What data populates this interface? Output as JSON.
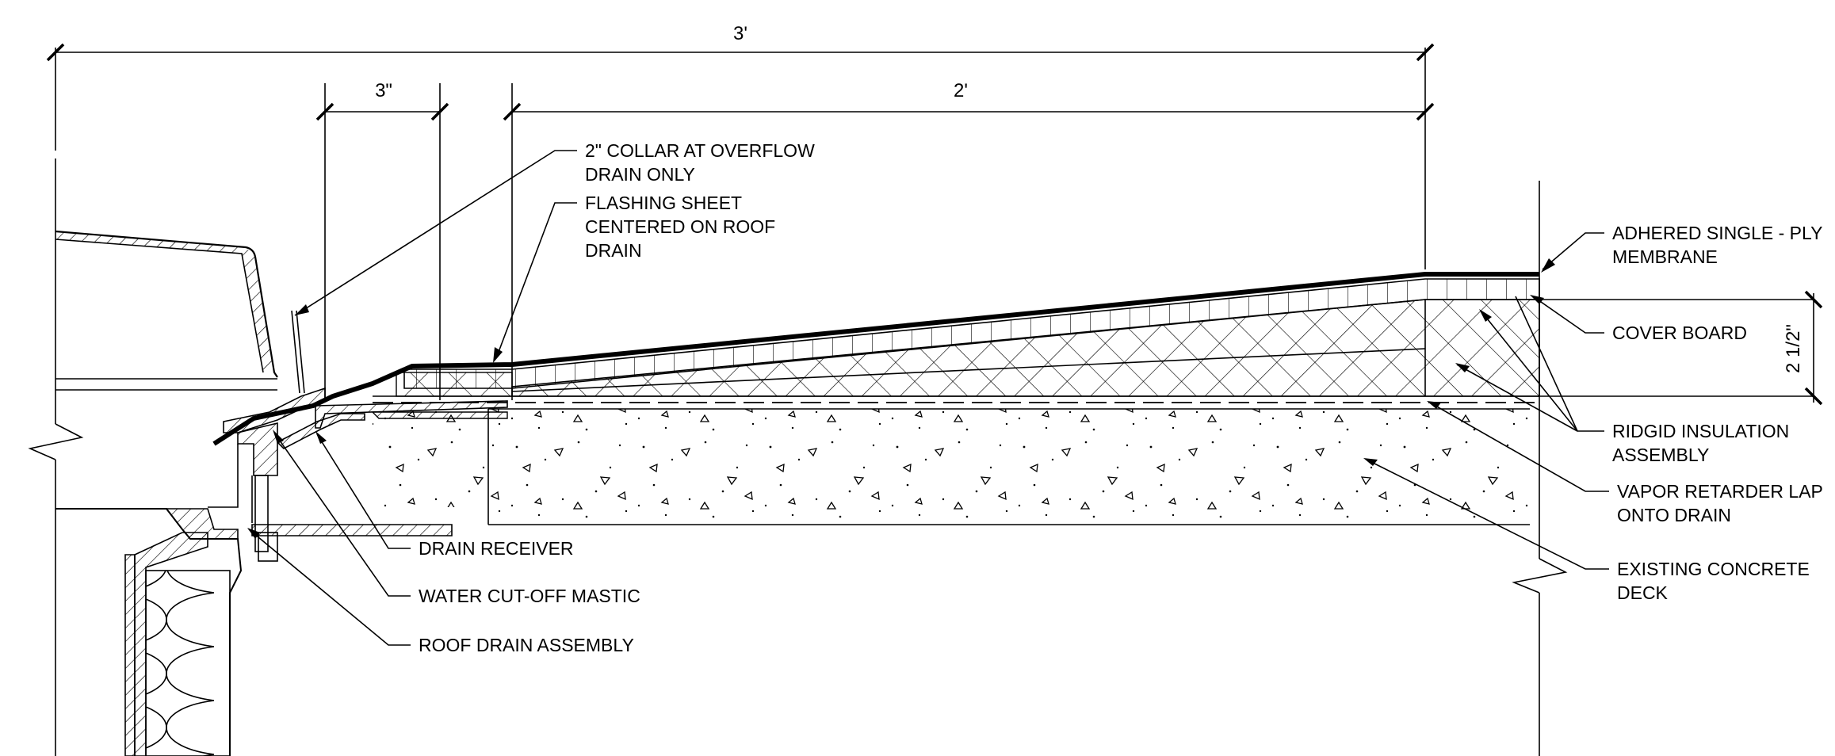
{
  "dimensions": {
    "overall": "3'",
    "collar_offset": "3\"",
    "slope_length": "2'",
    "insulation_height": "2 1/2\""
  },
  "labels": {
    "collar": [
      "2\" COLLAR AT OVERFLOW",
      "DRAIN ONLY"
    ],
    "flashing": [
      "FLASHING SHEET",
      "CENTERED ON ROOF",
      "DRAIN"
    ],
    "membrane": [
      "ADHERED SINGLE - PLY",
      "MEMBRANE"
    ],
    "cover_board": [
      "COVER BOARD"
    ],
    "insulation": [
      "RIDGID INSULATION",
      "ASSEMBLY"
    ],
    "vapor_retarder": [
      "VAPOR RETARDER LAP",
      "ONTO DRAIN"
    ],
    "concrete": [
      "EXISTING CONCRETE",
      "DECK"
    ],
    "drain_receiver": [
      "DRAIN RECEIVER"
    ],
    "mastic": [
      "WATER CUT-OFF MASTIC"
    ],
    "drain_assembly": [
      "ROOF DRAIN ASSEMBLY"
    ]
  }
}
